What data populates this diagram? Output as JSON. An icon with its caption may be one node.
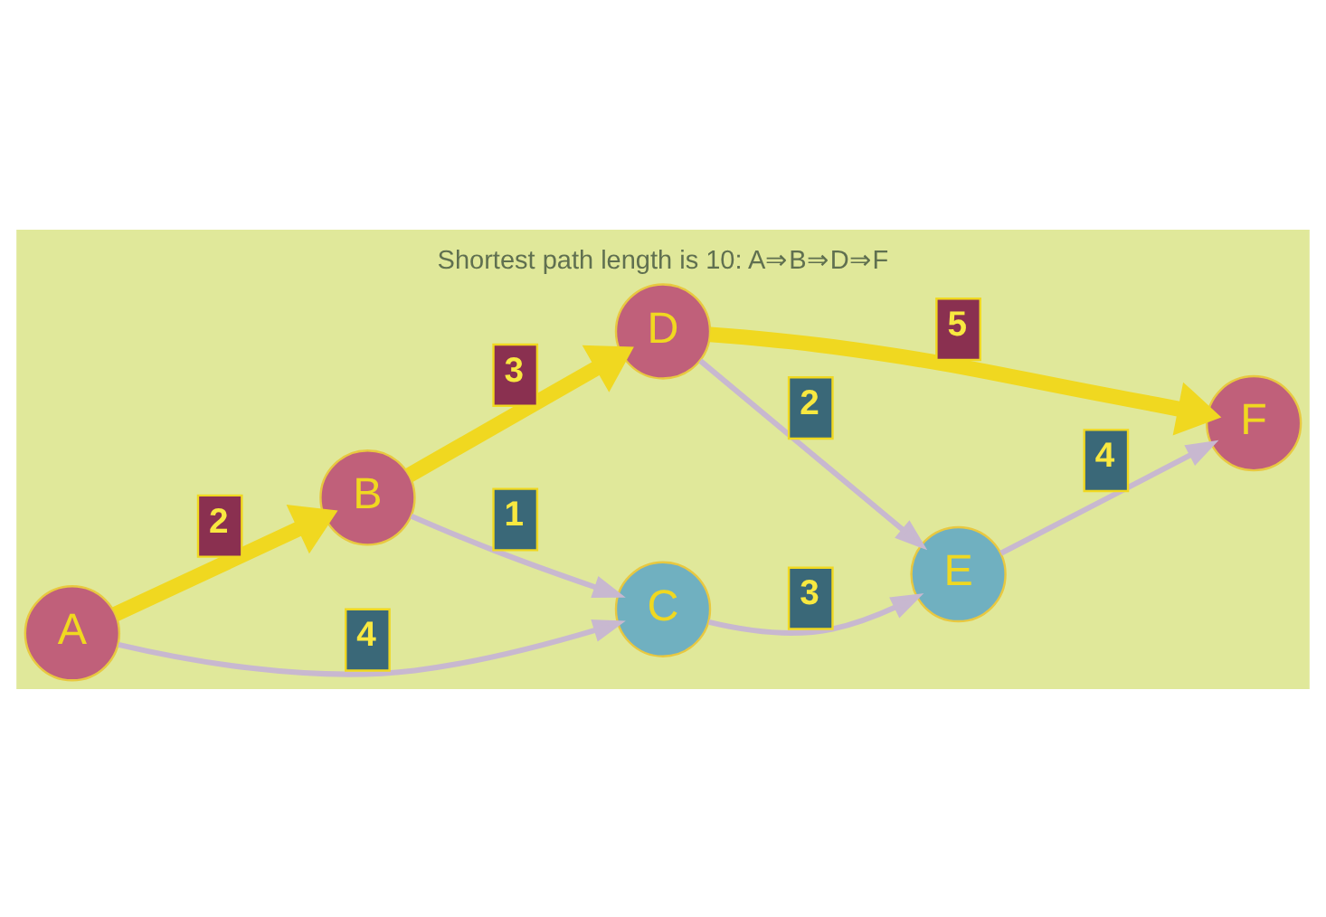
{
  "diagram": {
    "title": "Shortest path length is 10: A⇒B⇒D⇒F",
    "nodes": [
      {
        "text": [
          "A"
        ]
      },
      {
        "text": [
          "B"
        ]
      },
      {
        "text": [
          "C"
        ]
      },
      {
        "text": [
          "D"
        ]
      },
      {
        "text": [
          "E"
        ]
      },
      {
        "text": [
          "F"
        ]
      }
    ],
    "edges": [
      {
        "from": 0,
        "to": 1,
        "arrow": "to",
        "label": "2",
        "style": "thick",
        "color": "#f0d820"
      },
      {
        "from": 0,
        "to": 2,
        "arrow": "to",
        "label": "4"
      },
      {
        "from": 1,
        "to": 2,
        "arrow": "to",
        "label": "1"
      },
      {
        "from": 1,
        "to": 3,
        "arrow": "to",
        "label": "3",
        "style": "thick",
        "color": "#f0d820"
      },
      {
        "from": 3,
        "to": 5,
        "arrow": "to",
        "label": "5",
        "style": "thick",
        "color": "#f0d820"
      },
      {
        "from": 3,
        "to": 4,
        "arrow": "to",
        "label": "2"
      },
      {
        "from": 2,
        "to": 4,
        "arrow": "to",
        "label": "3"
      },
      {
        "from": 4,
        "to": 5,
        "arrow": "to",
        "label": "4"
      }
    ]
  }
}
